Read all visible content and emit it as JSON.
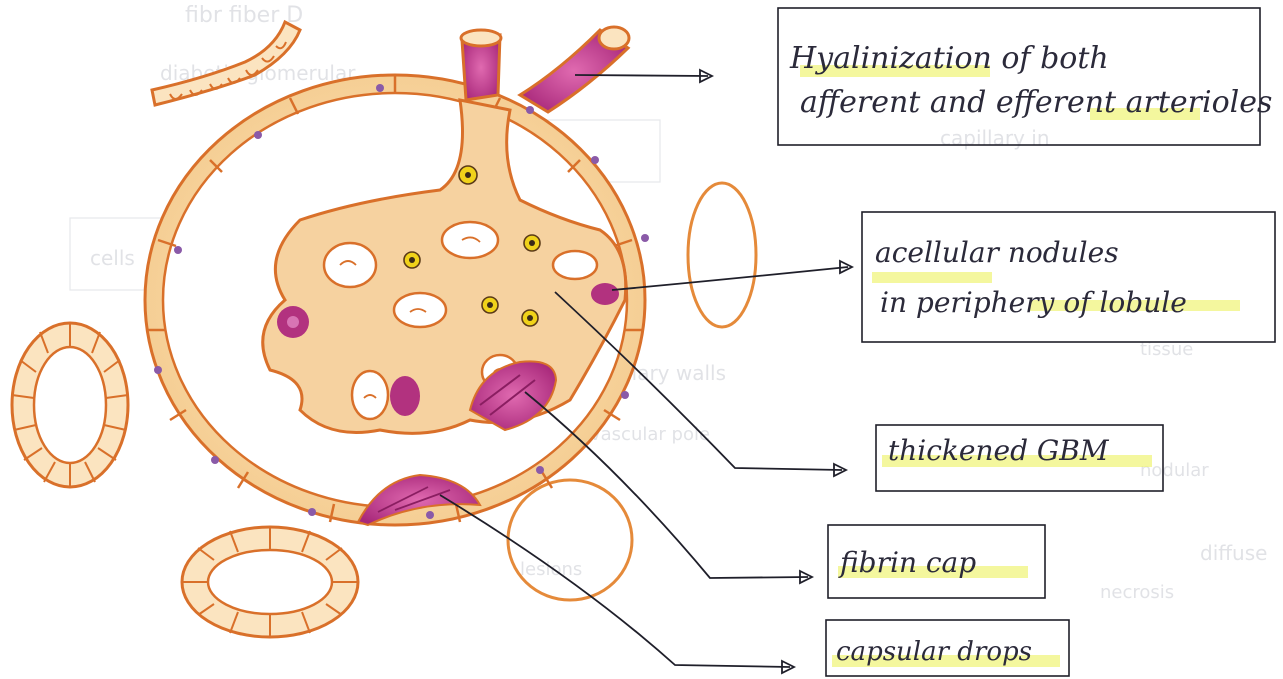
{
  "labels": {
    "hyalinization_line1": "Hyalinization of both",
    "hyalinization_line2": "afferent and efferent arterioles",
    "acellular_line1": "acellular nodules",
    "acellular_line2": "in periphery of lobule",
    "thickened_gbm": "thickened GBM",
    "fibrin_cap": "fibrin cap",
    "capsular_drops": "capsular drops"
  },
  "colors": {
    "outline": "#d9702a",
    "tissue_fill": "#f7d9a8",
    "hyaline": "#c2378a",
    "nucleus": "#8a5aa8",
    "yellow_cell": "#f0d21a",
    "highlight": "#eef36a",
    "ink": "#1f1f2a"
  }
}
